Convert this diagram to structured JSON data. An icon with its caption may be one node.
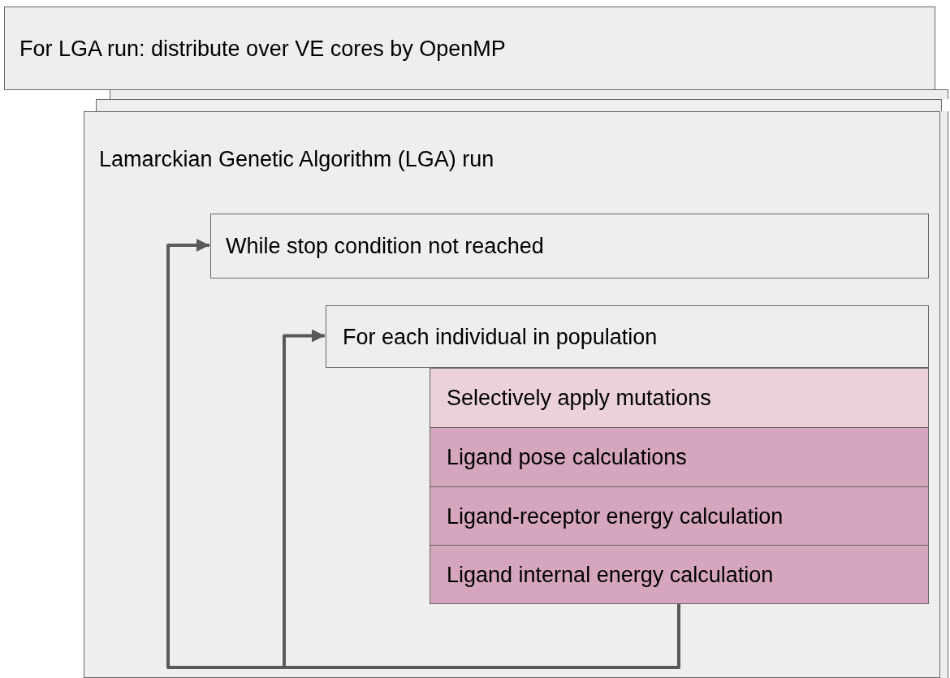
{
  "diagram": {
    "nodes": [
      {
        "text": [
          "For LGA run: distribute over VE cores by OpenMP"
        ]
      },
      {
        "text": [],
        "shape": "box"
      },
      {
        "text": [],
        "shape": "box"
      },
      {
        "text": [
          "Lamarckian Genetic Algorithm (LGA) run"
        ]
      },
      {
        "text": [
          "While stop condition not reached"
        ],
        "in": 3
      },
      {
        "text": [
          "For each individual in population"
        ],
        "in": 3
      },
      {
        "text": [
          "Selectively apply mutations"
        ],
        "in": 3
      },
      {
        "text": [
          "Ligand pose calculations"
        ],
        "in": 3
      },
      {
        "text": [
          "Ligand-receptor energy calculation"
        ],
        "in": 3
      },
      {
        "text": [
          "Ligand internal energy calculation"
        ],
        "in": 3
      }
    ],
    "edges": [
      {
        "from": 9,
        "to": 5,
        "arrow": "to"
      },
      {
        "from": 9,
        "to": 4,
        "arrow": "to"
      }
    ]
  }
}
